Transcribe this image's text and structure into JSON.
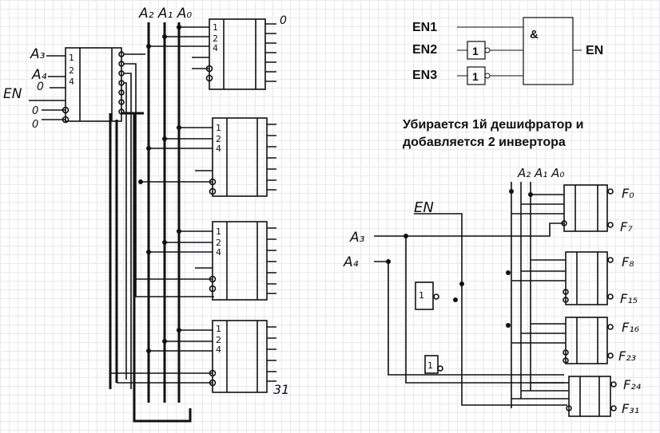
{
  "left": {
    "address_inputs": "A₂ A₁ A₀",
    "first_decoder_inputs": {
      "a3": "A₃",
      "a4": "A₄",
      "zero": "0",
      "en": "EN",
      "in0_a": "0",
      "in0_b": "0"
    },
    "first_decoder_pins": [
      "1",
      "2",
      "4"
    ],
    "decoder_pins": [
      "1",
      "2",
      "4"
    ],
    "output_first": "0",
    "output_last": "31"
  },
  "gate": {
    "inputs": [
      "EN1",
      "EN2",
      "EN3"
    ],
    "inverter_label": "1",
    "and_label": "&",
    "output": "EN"
  },
  "caption": {
    "line1": "Убирается 1й дешифратор и",
    "line2": "добавляется 2 инвертора"
  },
  "right": {
    "address_inputs": "A₂ A₁ A₀",
    "en": "EN",
    "a3": "A₃",
    "a4": "A₄",
    "inverter_label": "1",
    "outputs": [
      "F₀",
      "F₇",
      "F₈",
      "F₁₅",
      "F₁₆",
      "F₂₃",
      "F₂₄",
      "F₃₁"
    ]
  }
}
